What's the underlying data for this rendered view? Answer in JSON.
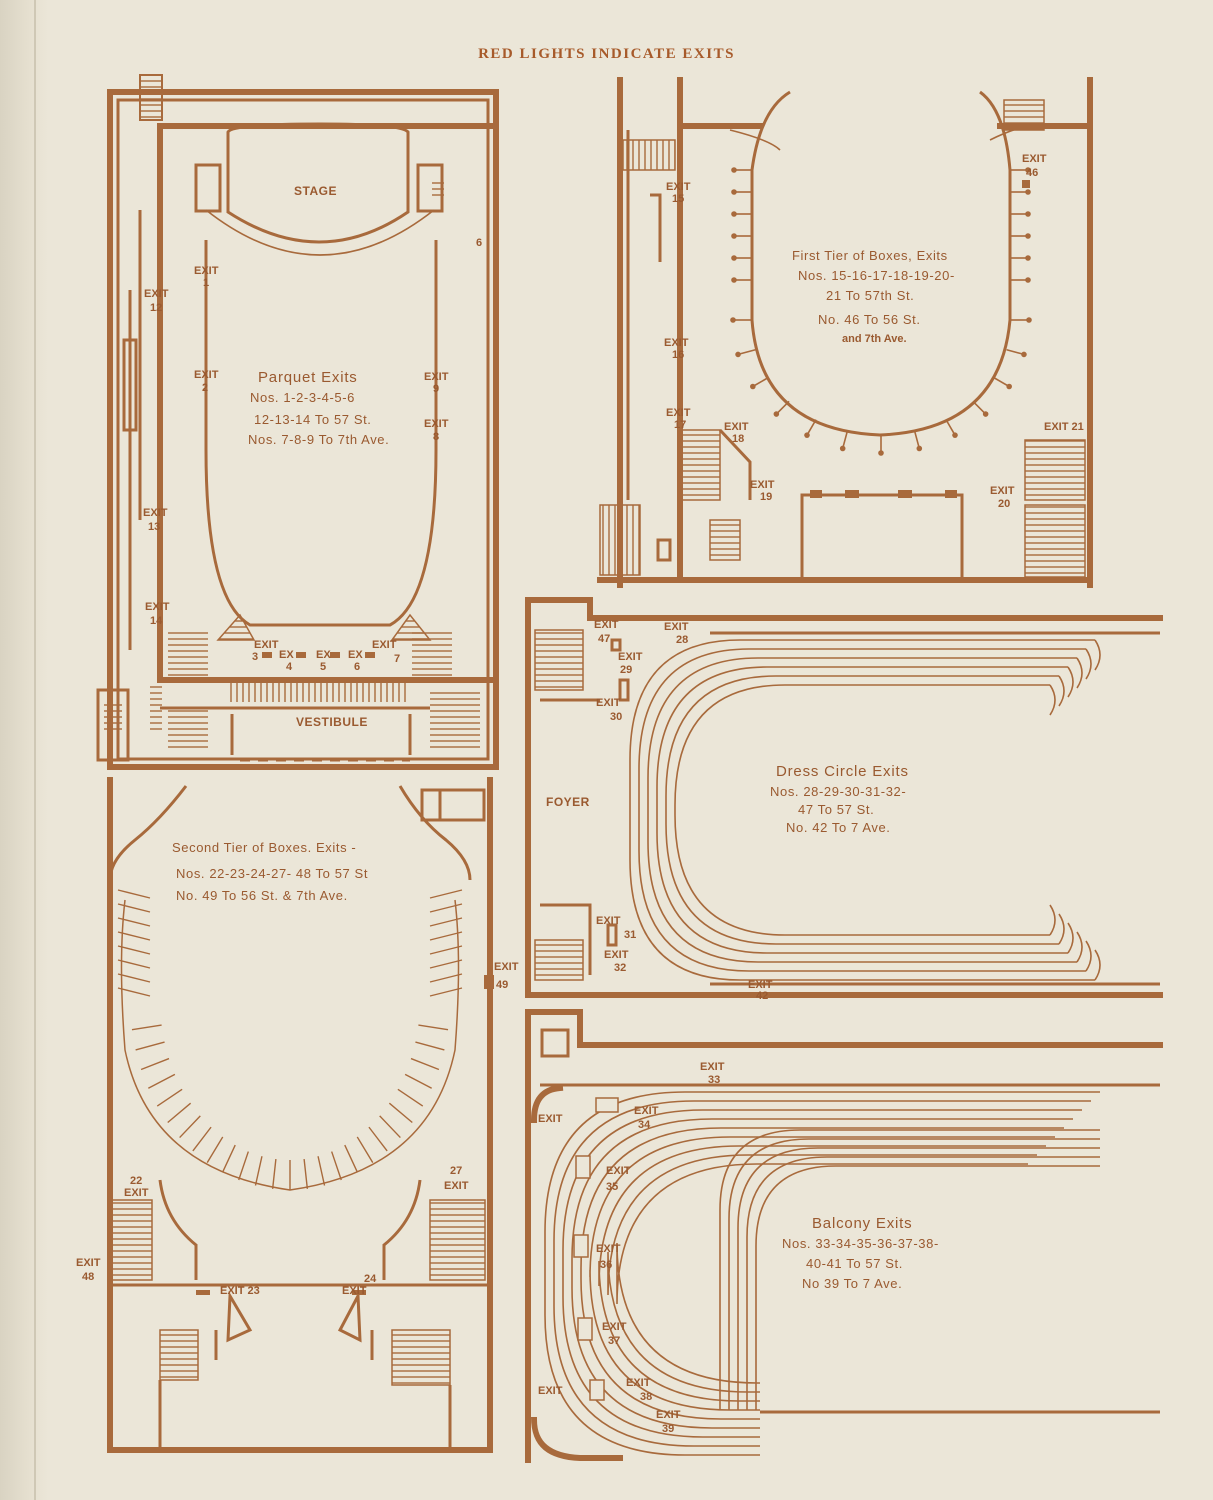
{
  "header": {
    "title": "RED LIGHTS INDICATE EXITS"
  },
  "colors": {
    "ink": "#a86a3c",
    "paper": "#ebe6d8"
  },
  "parquet": {
    "stage": "STAGE",
    "vestibule": "VESTIBULE",
    "title": "Parquet Exits",
    "line1": "Nos. 1-2-3-4-5-6",
    "line2": "12-13-14 To 57 St.",
    "line3": "Nos. 7-8-9 To 7th Ave.",
    "exit1": "EXIT",
    "n1": "1",
    "exit2": "EXIT",
    "n2": "2",
    "exit12": "EXIT",
    "n12": "12",
    "exit13": "EXIT",
    "n13": "13",
    "exit14": "EXIT",
    "n14": "14",
    "exit9": "EXIT",
    "n9": "9",
    "exit8": "EXIT",
    "n8": "8",
    "exit3": "EXIT",
    "n3": "3",
    "ex4": "EX",
    "n4": "4",
    "ex5": "EX",
    "n5": "5",
    "ex6": "EX",
    "n6": "6",
    "exit7": "EXIT",
    "n7": "7",
    "mark6": "6"
  },
  "first_tier": {
    "title": "First Tier of Boxes, Exits",
    "line1": "Nos. 15-16-17-18-19-20-",
    "line2": "21 To 57th St.",
    "line3": "No. 46 To 56 St.",
    "line4": "and 7th Ave.",
    "exit15": "EXIT",
    "n15": "15",
    "exit16": "EXIT",
    "n16": "16",
    "exit17": "EXIT",
    "n17": "17",
    "exit18": "EXIT",
    "n18": "18",
    "exit19": "EXIT",
    "n19": "19",
    "exit20": "EXIT",
    "n20": "20",
    "exit21": "EXIT 21",
    "exit46": "EXIT",
    "n46": "46"
  },
  "dress_circle": {
    "foyer": "FOYER",
    "title": "Dress Circle Exits",
    "line1": "Nos. 28-29-30-31-32-",
    "line2": "47 To 57 St.",
    "line3": "No. 42 To 7 Ave.",
    "exit47": "EXIT",
    "n47": "47",
    "exit28": "EXIT",
    "n28": "28",
    "exit29": "EXIT",
    "n29": "29",
    "exit30": "EXIT",
    "n30": "30",
    "exit31": "EXIT",
    "n31": "31",
    "exit32": "EXIT",
    "n32": "32",
    "exit42": "EXIT",
    "n42": "42"
  },
  "second_tier": {
    "title": "Second Tier of Boxes. Exits -",
    "line1": "Nos. 22-23-24-27- 48 To 57 St",
    "line2": "No. 49 To 56 St. & 7th Ave.",
    "exit49": "EXIT",
    "n49": "49",
    "n22": "22",
    "exit22": "EXIT",
    "n27": "27",
    "exit27": "EXIT",
    "exit48": "EXIT",
    "n48": "48",
    "exit23": "EXIT 23",
    "n24": "24",
    "exit24": "EXIT"
  },
  "balcony": {
    "title": "Balcony Exits",
    "line1": "Nos. 33-34-35-36-37-38-",
    "line2": "40-41 To 57 St.",
    "line3": "No 39 To 7 Ave.",
    "exit33": "EXIT",
    "n33": "33",
    "exit34": "EXIT",
    "n34": "34",
    "exit35": "EXIT",
    "n35": "35",
    "exit36": "EXIT",
    "n36": "36",
    "exit37": "EXIT",
    "n37": "37",
    "exit38": "EXIT",
    "n38": "38",
    "exit39": "EXIT",
    "n39": "39",
    "exit_left_top": "EXIT",
    "exit_left_bottom": "EXIT"
  }
}
